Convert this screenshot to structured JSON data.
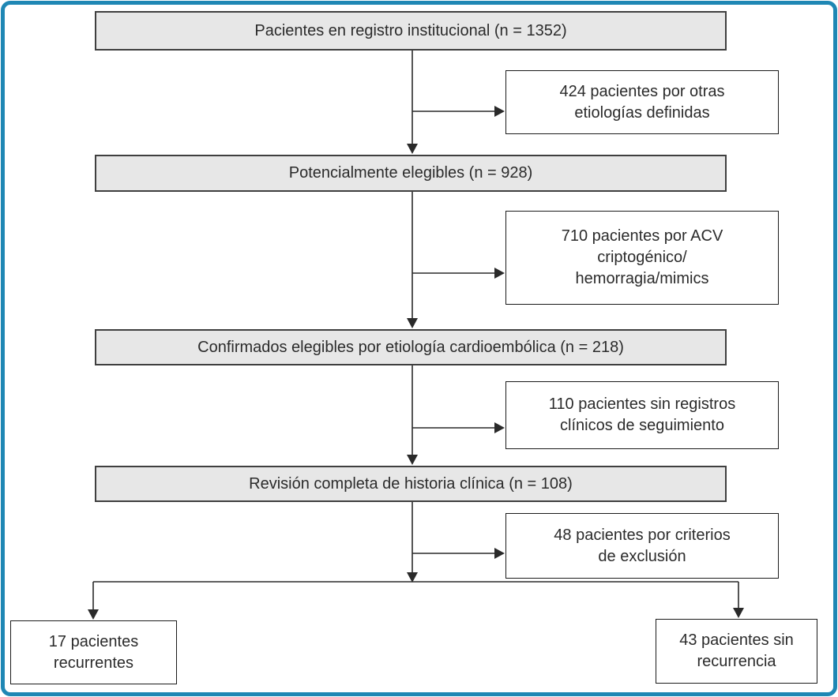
{
  "figure": {
    "kind": "patient-flow-diagram",
    "language": "es"
  },
  "colors": {
    "frame": "#1f87b4",
    "main_fill": "#e7e7e7",
    "main_border": "#3f3f3f",
    "side_border": "#1a1a1a",
    "line": "#2a2a2a",
    "text": "#2b2b2b",
    "bg": "#ffffff"
  },
  "flow": {
    "main": [
      {
        "label": "Pacientes en registro institucional (n = 1352)",
        "n": 1352
      },
      {
        "label": "Potencialmente elegibles (n = 928)",
        "n": 928
      },
      {
        "label": "Confirmados elegibles por etiología cardioembólica (n = 218)",
        "n": 218
      },
      {
        "label": "Revisión completa de historia clínica (n = 108)",
        "n": 108
      }
    ],
    "exclusions": [
      {
        "label": "424 pacientes por otras\netiologías definidas",
        "n": 424
      },
      {
        "label": "710 pacientes por ACV\ncriptogénico/\nhemorragia/mimics",
        "n": 710
      },
      {
        "label": "110 pacientes sin registros\nclínicos de seguimiento",
        "n": 110
      },
      {
        "label": "48 pacientes por criterios\nde exclusión",
        "n": 48
      }
    ],
    "outcomes": [
      {
        "label": "17 pacientes\nrecurrentes",
        "n": 17
      },
      {
        "label": "43 pacientes sin\nrecurrencia",
        "n": 43
      }
    ]
  }
}
